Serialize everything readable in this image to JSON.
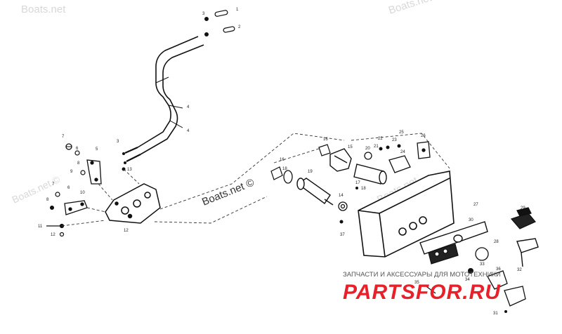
{
  "watermarks": {
    "top_left": "Boats.net",
    "top_right": "Boats.net",
    "mid_left": "Boats.net ©",
    "center": "Boats.net ©",
    "right": "Boats.net"
  },
  "promo": {
    "caption": "ЗАПЧАСТИ И АКСЕССУАРЫ ДЛЯ МОТОТЕХНИКИ",
    "brand": "PARTSFOR.RU",
    "brand_color": "#e8202a"
  },
  "callouts": {
    "c1": "1",
    "c2": "2",
    "c3": "3",
    "c4a": "4",
    "c4b": "4",
    "c3b": "3",
    "c5": "5",
    "c6a": "6",
    "c6b": "6",
    "c7a": "7",
    "c7b": "7",
    "c8a": "8",
    "c8b": "8",
    "c9": "9",
    "c10": "10",
    "c11": "11",
    "c12a": "12",
    "c12b": "12",
    "c13": "13",
    "c14": "14",
    "c15": "15",
    "c16a": "16",
    "c16b": "16",
    "c17": "17",
    "c18a": "18",
    "c18b": "18",
    "c19": "19",
    "c20": "20",
    "c21": "21",
    "c22": "22",
    "c23": "23",
    "c24": "24",
    "c25": "25",
    "c26": "26",
    "c27": "27",
    "c28": "28",
    "c29": "29",
    "c30": "30",
    "c31": "31",
    "c32": "32",
    "c33": "33",
    "c34": "34",
    "c35": "35",
    "c36": "36",
    "c37": "37"
  }
}
